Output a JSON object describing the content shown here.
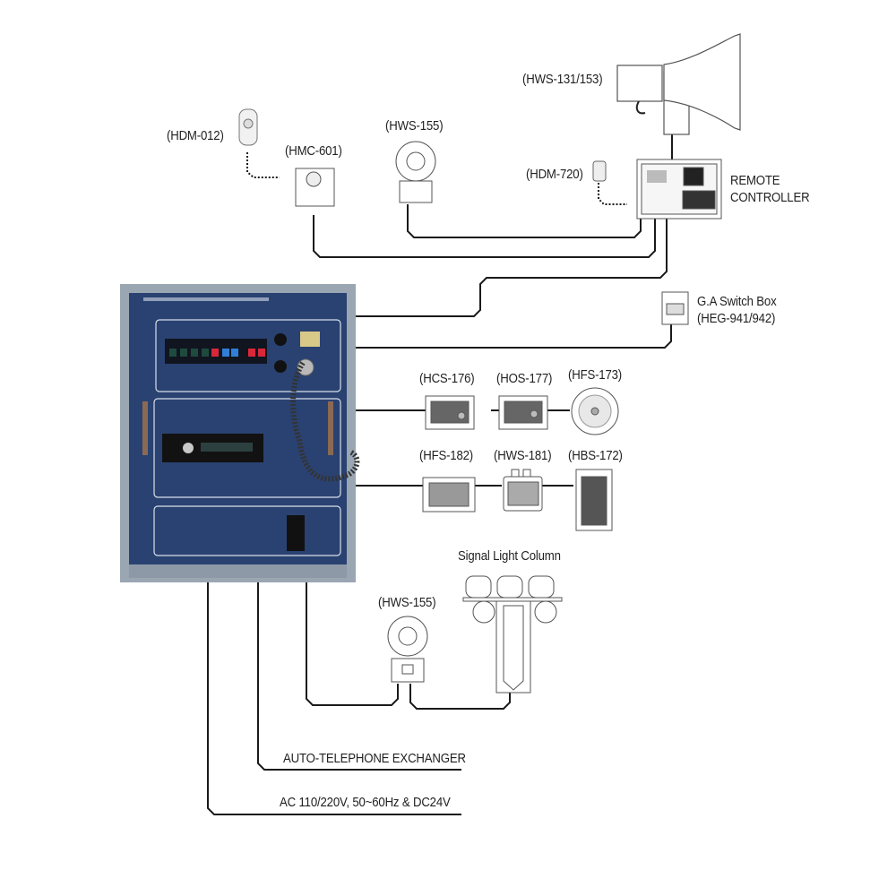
{
  "diagram": {
    "devices": {
      "horn_speaker": "(HWS-131/153)",
      "hand_mic_top": "(HDM-012)",
      "mic_connector": "(HMC-601)",
      "wp_speaker_top": "(HWS-155)",
      "remote_mic": "(HDM-720)",
      "remote_controller_line1": "REMOTE",
      "remote_controller_line2": "CONTROLLER",
      "ga_switch_line1": "G.A Switch Box",
      "ga_switch_line2": "(HEG-941/942)",
      "ceiling_speaker_a": "(HCS-176)",
      "ceiling_speaker_b": "(HOS-177)",
      "flush_speaker_round": "(HFS-173)",
      "flush_speaker_rect": "(HFS-182)",
      "wp_speaker_box": "(HWS-181)",
      "box_speaker": "(HBS-172)",
      "signal_light": "Signal Light Column",
      "wp_speaker_bottom": "(HWS-155)"
    },
    "external_lines": {
      "telephone": "AUTO-TELEPHONE EXCHANGER",
      "power": "AC 110/220V, 50~60Hz & DC24V"
    },
    "colors": {
      "panel_blue": "#2a4272",
      "panel_frame": "#9aa6b2",
      "wire": "#1a1a1a",
      "led_green": "#1f4a3e",
      "led_red": "#d8283a",
      "led_blue": "#2f7fd8"
    }
  }
}
